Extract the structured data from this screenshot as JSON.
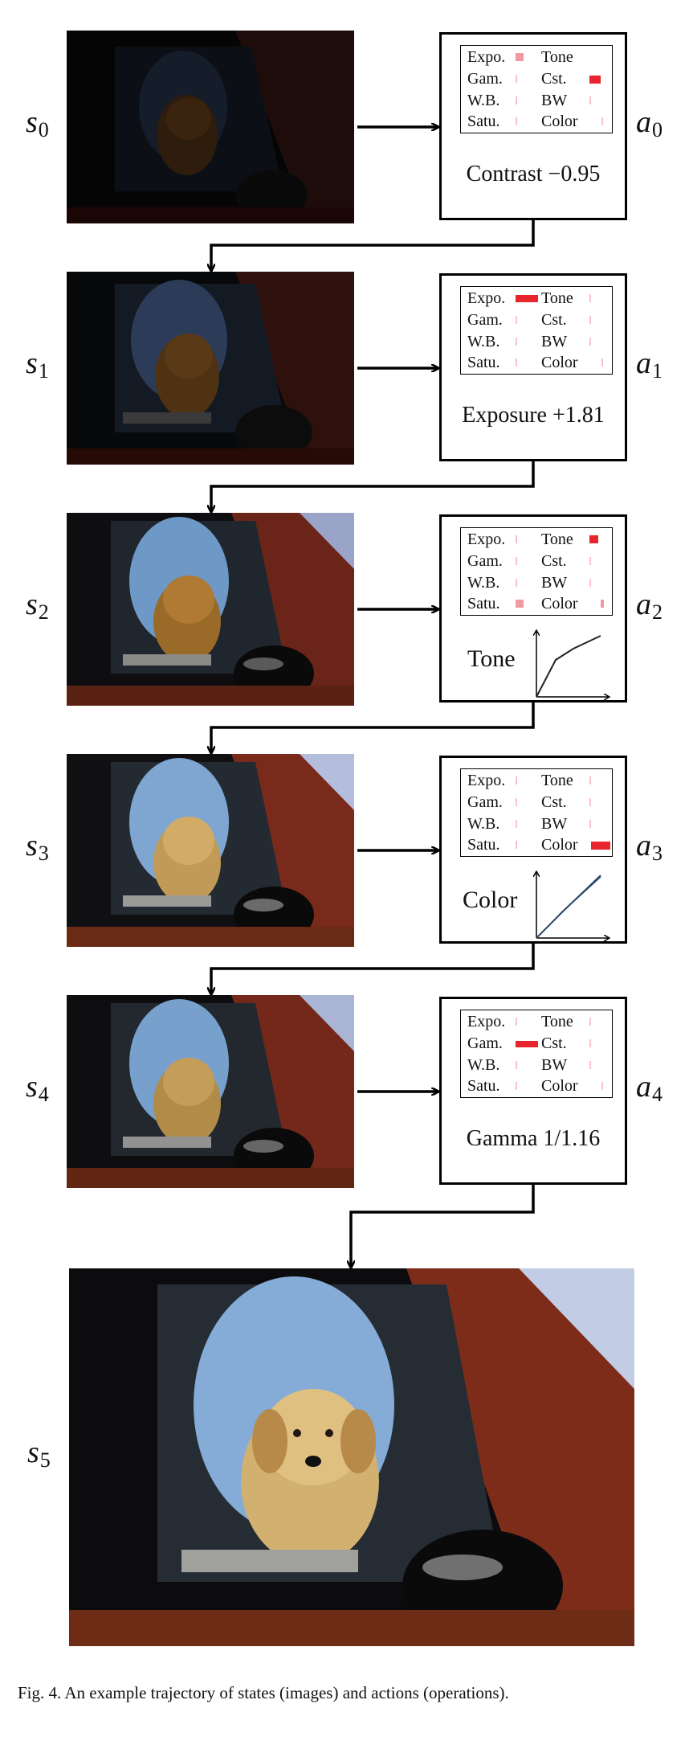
{
  "figure": {
    "caption": "Fig. 4.  An example trajectory of states (images) and actions (operations)."
  },
  "op_labels": {
    "expo": "Expo.",
    "tone": "Tone",
    "gam": "Gam.",
    "cst": "Cst.",
    "wb": "W.B.",
    "bw": "BW",
    "satu": "Satu.",
    "color": "Color"
  },
  "states": [
    {
      "symbol": "s",
      "index": "0"
    },
    {
      "symbol": "s",
      "index": "1"
    },
    {
      "symbol": "s",
      "index": "2"
    },
    {
      "symbol": "s",
      "index": "3"
    },
    {
      "symbol": "s",
      "index": "4"
    },
    {
      "symbol": "s",
      "index": "5"
    }
  ],
  "actions": [
    {
      "symbol": "a",
      "index": "0",
      "operation": "Contrast −0.95"
    },
    {
      "symbol": "a",
      "index": "1",
      "operation": "Exposure +1.81"
    },
    {
      "symbol": "a",
      "index": "2",
      "operation": "Tone"
    },
    {
      "symbol": "a",
      "index": "3",
      "operation": "Color"
    },
    {
      "symbol": "a",
      "index": "4",
      "operation": "Gamma 1/1.16"
    }
  ],
  "colors": {
    "bar_strong": "#e8242c",
    "bar_light": "#ef9aa3",
    "curve": "#1f4e8c"
  }
}
